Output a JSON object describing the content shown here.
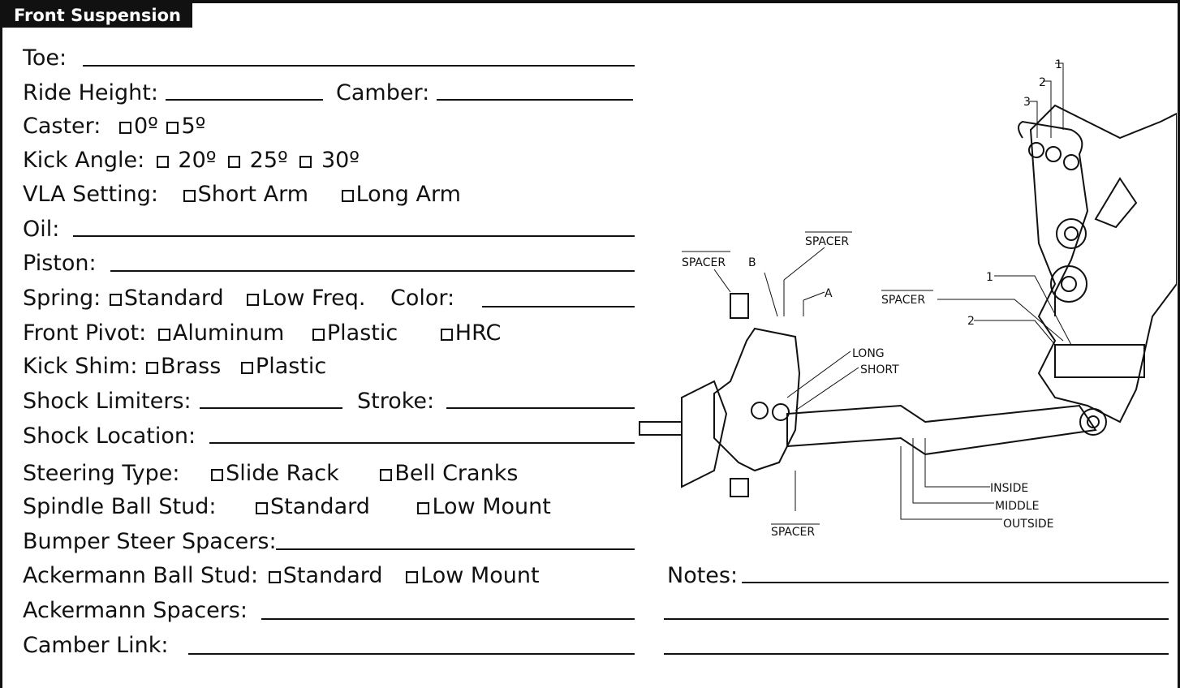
{
  "header": {
    "title": "Front Suspension"
  },
  "fields": {
    "toe": "Toe:",
    "ride_height": "Ride Height:",
    "camber": "Camber:",
    "caster": "Caster:",
    "caster_opts": [
      "0º",
      "5º"
    ],
    "kick_angle": "Kick Angle:",
    "kick_opts": [
      "20º",
      "25º",
      "30º"
    ],
    "vla": "VLA Setting:",
    "vla_opts": [
      "Short Arm",
      "Long Arm"
    ],
    "oil": "Oil:",
    "piston": "Piston:",
    "spring": "Spring:",
    "spring_opts": [
      "Standard",
      "Low Freq."
    ],
    "color": "Color:",
    "front_pivot": "Front Pivot:",
    "pivot_opts": [
      "Aluminum",
      "Plastic",
      "HRC"
    ],
    "kick_shim": "Kick Shim:",
    "shim_opts": [
      "Brass",
      "Plastic"
    ],
    "shock_limiters": "Shock Limiters:",
    "stroke": "Stroke:",
    "shock_location": "Shock Location:",
    "steering_type": "Steering Type:",
    "steering_opts": [
      "Slide Rack",
      "Bell Cranks"
    ],
    "spindle_ball_stud": "Spindle Ball Stud:",
    "spindle_opts": [
      "Standard",
      "Low Mount"
    ],
    "bumper_steer": "Bumper Steer Spacers:",
    "ackermann_ball_stud": "Ackermann Ball Stud:",
    "ackermann_opts": [
      "Standard",
      "Low Mount"
    ],
    "ackermann_spacers": "Ackermann Spacers:",
    "camber_link": "Camber Link:"
  },
  "notes": {
    "label": "Notes:"
  },
  "diagram": {
    "labels": {
      "spacer": "SPACER",
      "b": "B",
      "a": "A",
      "long": "LONG",
      "short": "SHORT",
      "inside": "INSIDE",
      "middle": "MIDDLE",
      "outside": "OUTSIDE",
      "n1": "1",
      "n2": "2",
      "n3": "3"
    }
  }
}
